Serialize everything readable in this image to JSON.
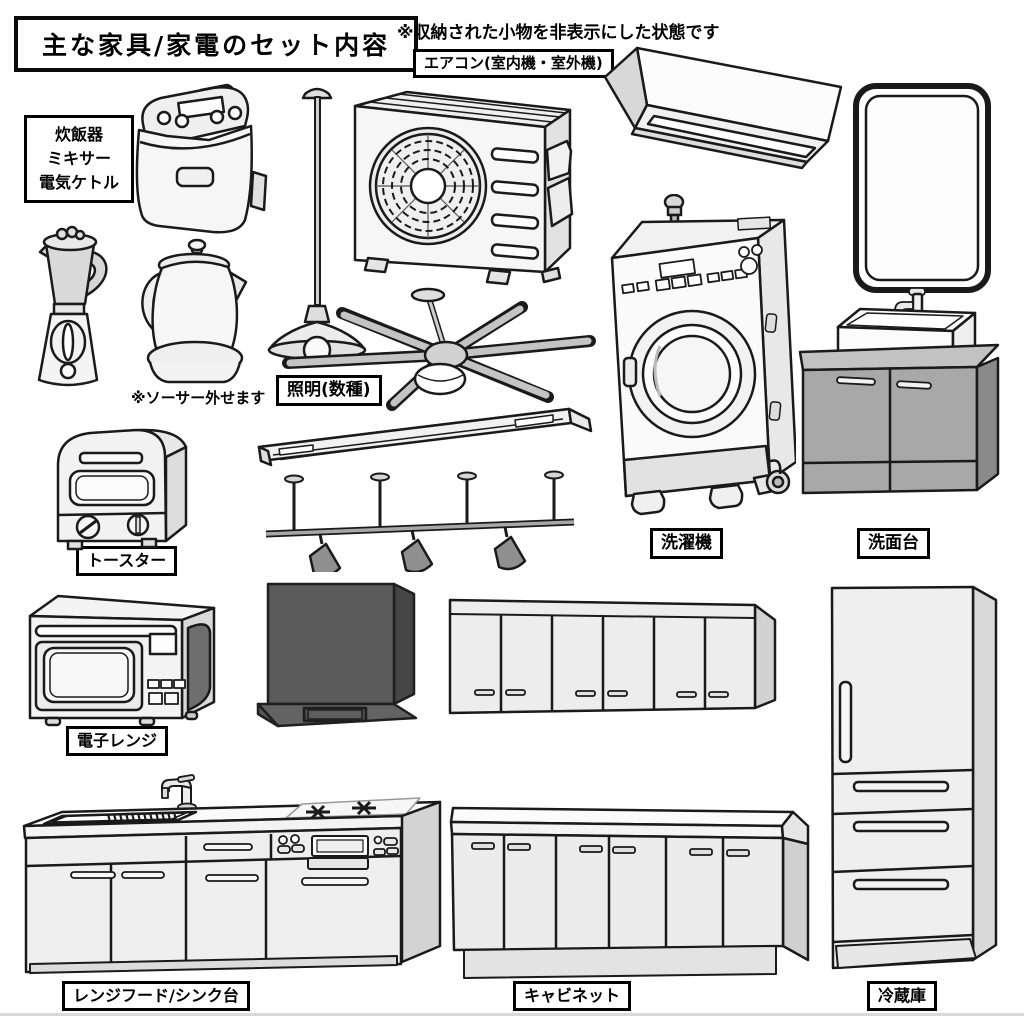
{
  "header": {
    "title": "主な家具/家電のセット内容",
    "note": "※収納された小物を非表示にした状態です"
  },
  "labels": {
    "aircon": "エアコン(室内機・室外機)",
    "cooking_appliances": [
      "炊飯器",
      "ミキサー",
      "電気ケトル"
    ],
    "saucer_note": "※ソーサー外せます",
    "lighting": "照明(数種)",
    "toaster": "トースター",
    "microwave": "電子レンジ",
    "washing_machine": "洗濯機",
    "washstand": "洗面台",
    "range_hood_sink": "レンジフード/シンク台",
    "cabinet": "キャビネット",
    "refrigerator": "冷蔵庫"
  },
  "depicted_items": [
    "rice-cooker",
    "blender",
    "electric-kettle",
    "pendant-light",
    "outdoor-ac-unit",
    "indoor-ac-unit",
    "ceiling-fan",
    "batten-light",
    "track-spotlights",
    "toaster-oven",
    "microwave-oven",
    "washing-machine",
    "mirror",
    "washstand-vanity",
    "range-hood",
    "wall-cabinet",
    "refrigerator",
    "sink-counter",
    "base-cabinet"
  ],
  "colors": {
    "line": "#1a1a1a",
    "label_border": "#000000",
    "fill_white": "#f6f6f6",
    "fill_light_gray": "#e4e4e4",
    "fill_mid_gray": "#cfcfcf",
    "range_hood_gray": "#5a5a5a",
    "vanity_gray": "#a8a8a8",
    "spotlight_gray": "#8f8f8f"
  }
}
